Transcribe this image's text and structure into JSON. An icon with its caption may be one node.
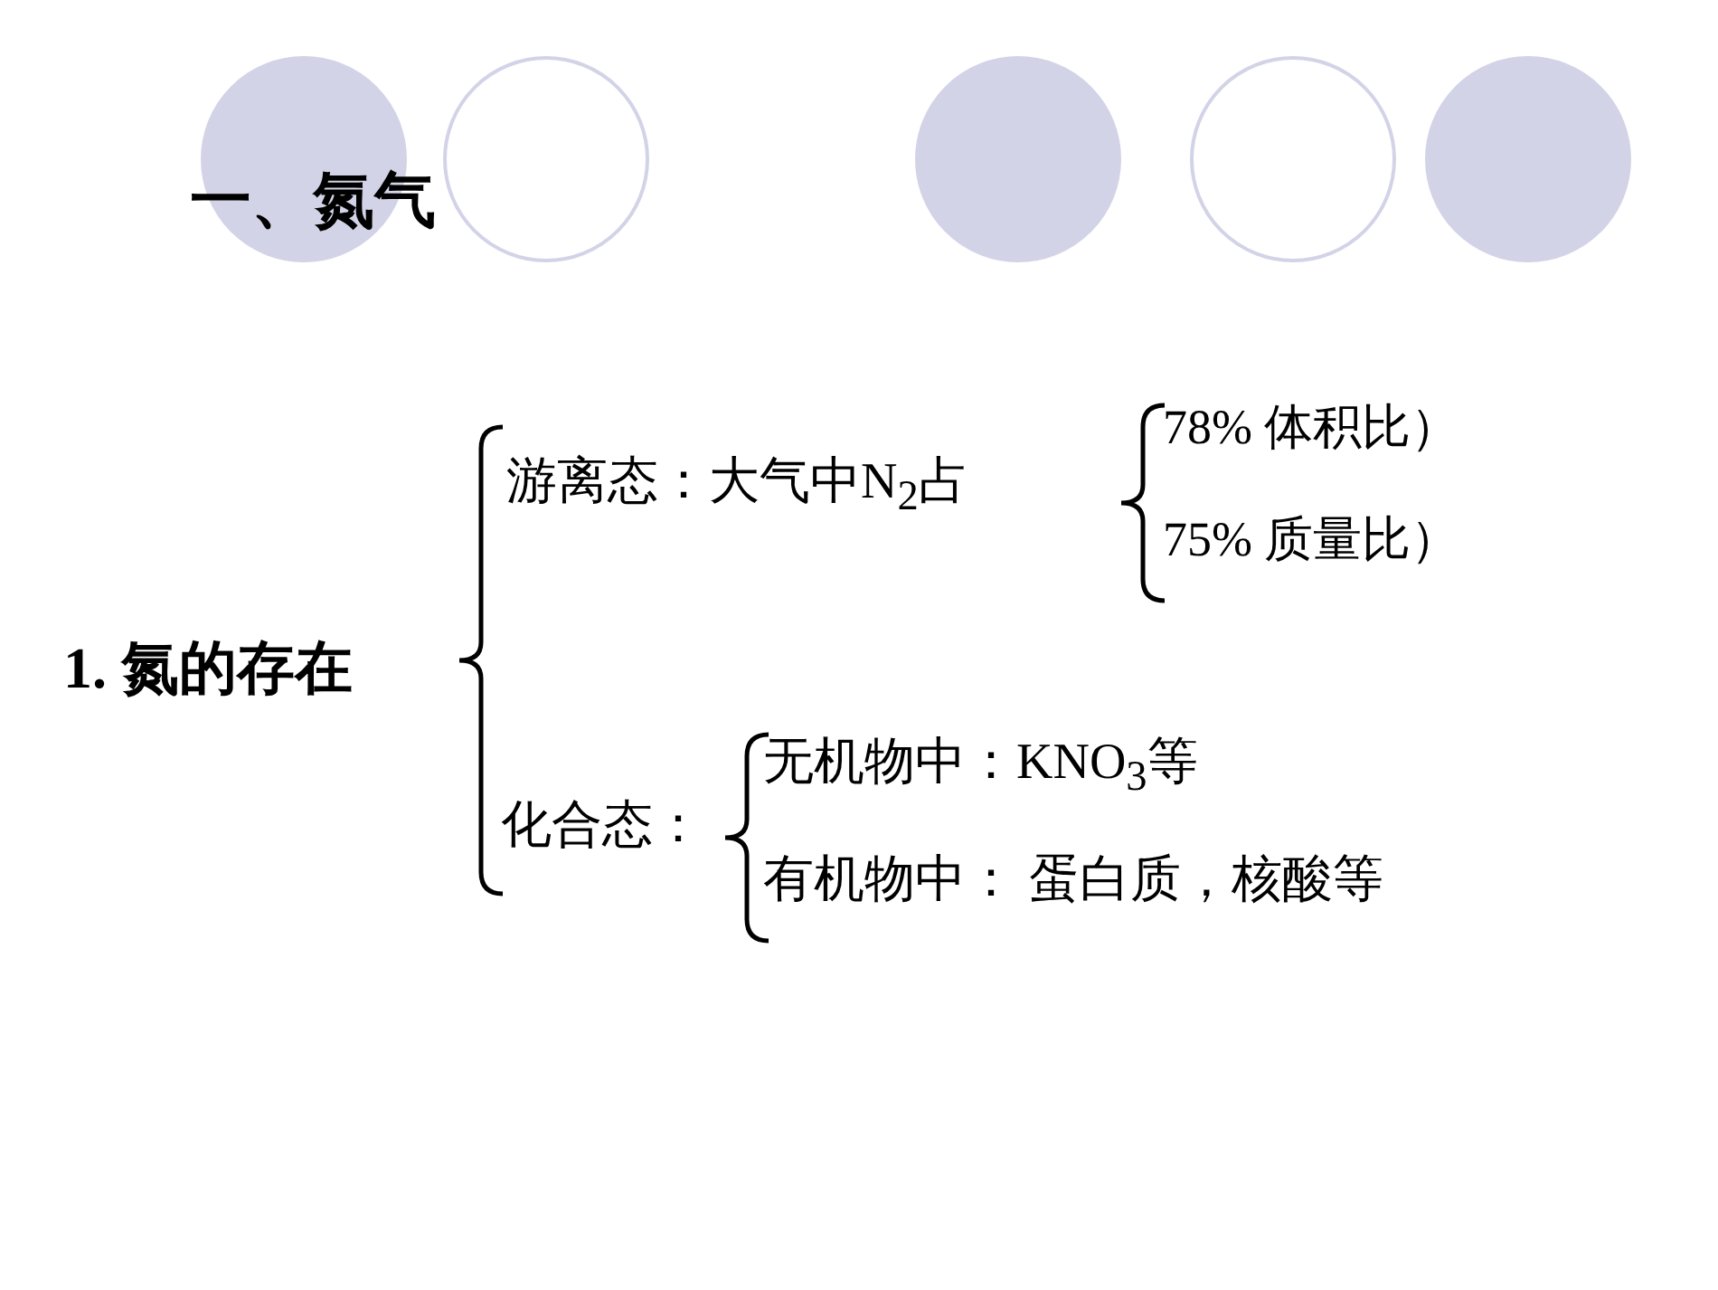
{
  "diagram": {
    "title": "一、氮气",
    "labels": [
      "1. 氮的存在",
      "游离态：大气中N$_{2}$占",
      "78%  体积比）",
      "75%  质量比）",
      "化合态：",
      "无机物中：KNO$_{3}$等",
      "有机物中：  蛋白质，核酸等"
    ]
  }
}
